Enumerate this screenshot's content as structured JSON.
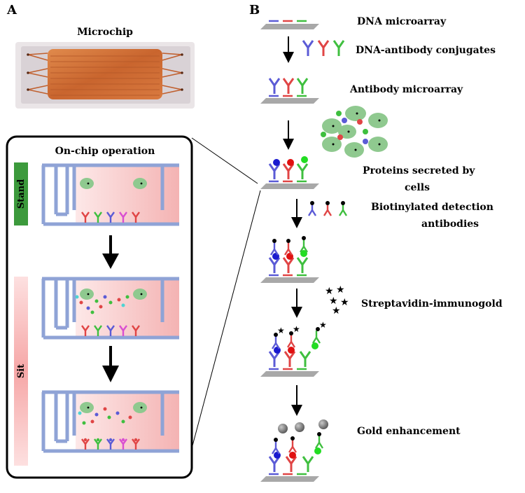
{
  "panel_a": {
    "letter": "A",
    "microchip_title": "Microchip",
    "onchip_title": "On-chip operation",
    "stand_label": "Stand",
    "sit_label": "Sit"
  },
  "panel_b": {
    "letter": "B",
    "steps": [
      "DNA microarray",
      "DNA-antibody conjugates",
      "Antibody microarray",
      "Proteins secreted by",
      "cells",
      "Biotinylated detection",
      "antibodies",
      "Streptavidin-immunogold",
      "Gold enhancement"
    ]
  },
  "colors": {
    "blue": "#5b5bd6",
    "red": "#e04545",
    "green": "#3fbf3f",
    "magenta": "#d94fd1",
    "channel": "#8fa3d6",
    "chamber": "#f8c7c7",
    "stand_bar": "#3c9a3c",
    "sit_bar": "#f5a5a5",
    "cell": "#8fc98f",
    "slide": "#a8a8a8"
  }
}
